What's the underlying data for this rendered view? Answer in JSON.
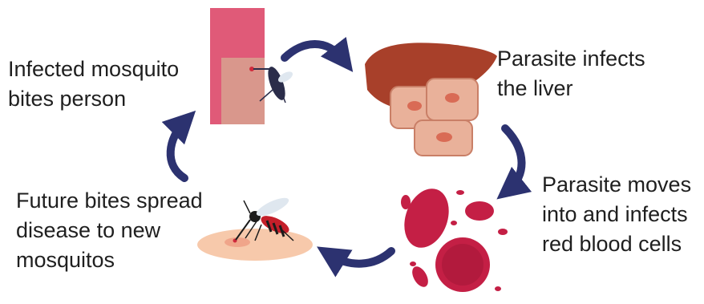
{
  "steps": {
    "bite": {
      "label": "Infected mosquito\nbites person"
    },
    "liver": {
      "label": "Parasite infects\nthe liver"
    },
    "blood": {
      "label": "Parasite moves\ninto and infects\nred blood cells"
    },
    "spread": {
      "label": "Future bites spread\ndisease to new\nmosquitos"
    }
  },
  "colors": {
    "arrow": "#2c3270",
    "skin": "#d9978c",
    "sleeve": "#e05a78",
    "liver": "#a8402a",
    "liver_cells": "#e9b19a",
    "blood_cell": "#c41f45",
    "bite_skin": "#f7c9ab"
  },
  "icons": {
    "arrow": "curved-arrow-icon",
    "arm": "arm-icon",
    "mosquito": "mosquito-icon",
    "liver": "liver-icon",
    "blood": "red-blood-cells-icon"
  }
}
